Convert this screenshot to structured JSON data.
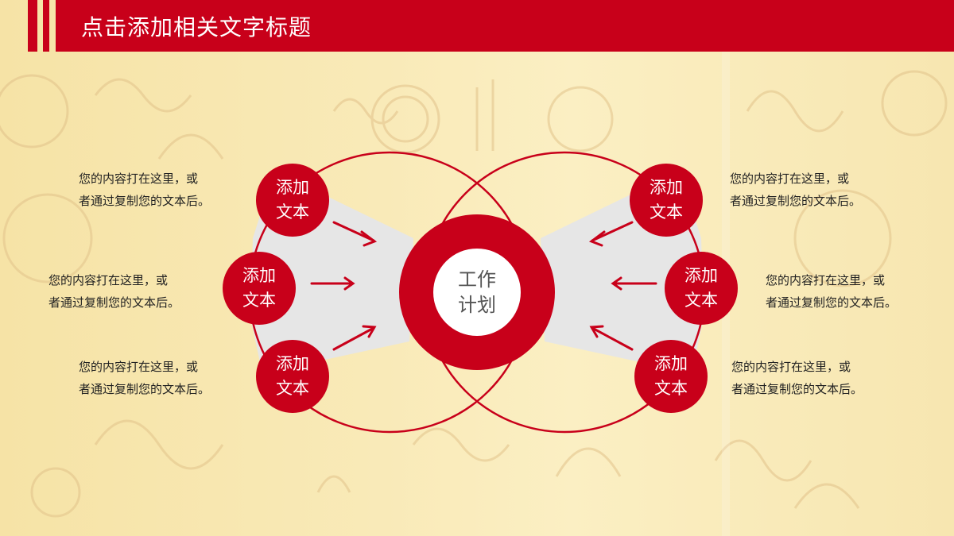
{
  "header": {
    "title": "点击添加相关文字标题",
    "color": "#c8001a"
  },
  "center": {
    "line1": "工作",
    "line2": "计划"
  },
  "nodes": [
    {
      "line1": "添加",
      "line2": "文本",
      "side": "left",
      "position": "top"
    },
    {
      "line1": "添加",
      "line2": "文本",
      "side": "left",
      "position": "middle"
    },
    {
      "line1": "添加",
      "line2": "文本",
      "side": "left",
      "position": "bottom"
    },
    {
      "line1": "添加",
      "line2": "文本",
      "side": "right",
      "position": "top"
    },
    {
      "line1": "添加",
      "line2": "文本",
      "side": "right",
      "position": "middle"
    },
    {
      "line1": "添加",
      "line2": "文本",
      "side": "right",
      "position": "bottom"
    }
  ],
  "descriptions": [
    {
      "line1": "您的内容打在这里，或",
      "line2": "者通过复制您的文本后。"
    },
    {
      "line1": "您的内容打在这里，或",
      "line2": "者通过复制您的文本后。"
    },
    {
      "line1": "您的内容打在这里，或",
      "line2": "者通过复制您的文本后。"
    },
    {
      "line1": "您的内容打在这里，或",
      "line2": "者通过复制您的文本后。"
    },
    {
      "line1": "您的内容打在这里，或",
      "line2": "者通过复制您的文本后。"
    },
    {
      "line1": "您的内容打在这里，或",
      "line2": "者通过复制您的文本后。"
    }
  ],
  "colors": {
    "accent_red": "#c8001a",
    "fan_grey": "#e6e6e6",
    "background": "#f8e8b4"
  }
}
